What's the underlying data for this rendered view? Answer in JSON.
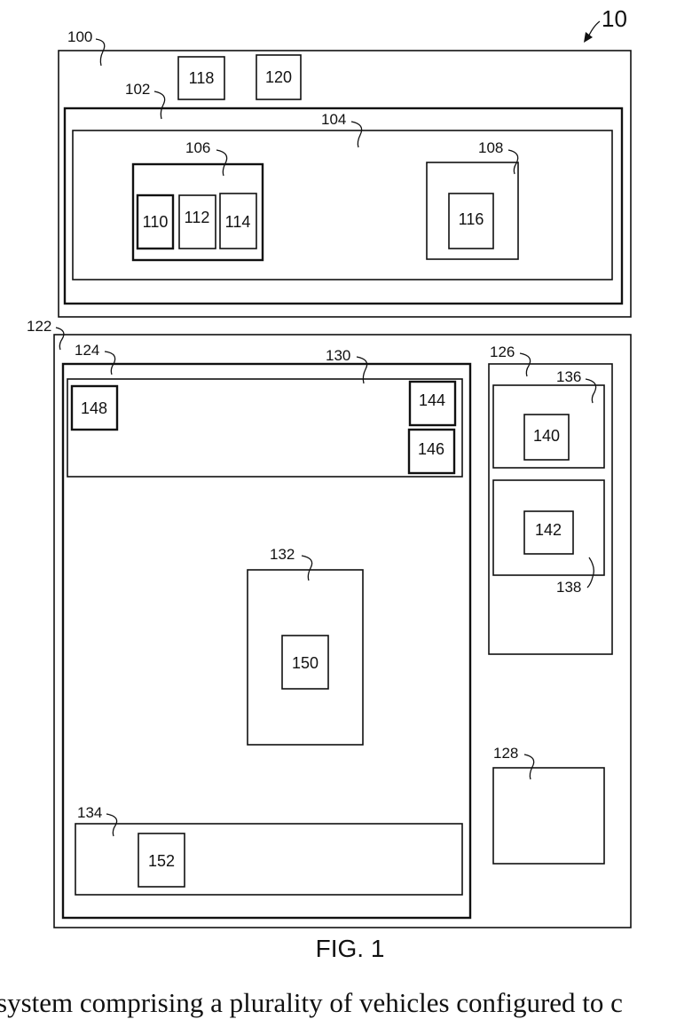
{
  "figure": {
    "ref_number": "10",
    "caption": "FIG. 1",
    "body_text": "system comprising a plurality of vehicles configured to c"
  },
  "labels": {
    "l100": "100",
    "l102": "102",
    "l104": "104",
    "l106": "106",
    "l108": "108",
    "l110": "110",
    "l112": "112",
    "l114": "114",
    "l116": "116",
    "l118": "118",
    "l120": "120",
    "l122": "122",
    "l124": "124",
    "l126": "126",
    "l128": "128",
    "l130": "130",
    "l132": "132",
    "l134": "134",
    "l136": "136",
    "l138": "138",
    "l140": "140",
    "l142": "142",
    "l144": "144",
    "l146": "146",
    "l148": "148",
    "l150": "150",
    "l152": "152"
  }
}
